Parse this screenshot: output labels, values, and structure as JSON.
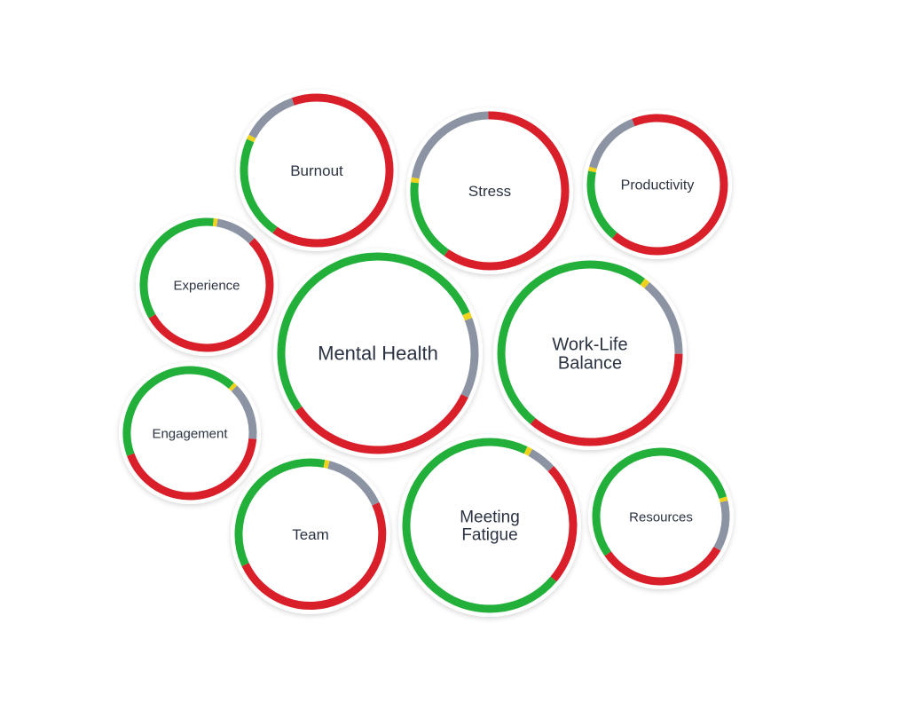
{
  "chart_data": {
    "type": "bubble-donut",
    "colors": {
      "positive": "#22b03a",
      "neutral_mixed": "#f0d21d",
      "neutral": "#8c94a3",
      "negative": "#d81f2a"
    },
    "items": [
      {
        "label_lines": [
          "Burnout"
        ],
        "green": 0.22,
        "yellow": 0.01,
        "gray": 0.12,
        "red": 0.65
      },
      {
        "label_lines": [
          "Stress"
        ],
        "green": 0.17,
        "yellow": 0.01,
        "gray": 0.22,
        "red": 0.6
      },
      {
        "label_lines": [
          "Productivity"
        ],
        "green": 0.17,
        "yellow": 0.01,
        "gray": 0.15,
        "red": 0.67
      },
      {
        "label_lines": [
          "Experience"
        ],
        "green": 0.35,
        "yellow": 0.01,
        "gray": 0.1,
        "red": 0.54
      },
      {
        "label_lines": [
          "Mental Health"
        ],
        "green": 0.53,
        "yellow": 0.01,
        "gray": 0.13,
        "red": 0.33
      },
      {
        "label_lines": [
          "Work-Life",
          "Balance"
        ],
        "green": 0.49,
        "yellow": 0.01,
        "gray": 0.14,
        "red": 0.36
      },
      {
        "label_lines": [
          "Engagement"
        ],
        "green": 0.42,
        "yellow": 0.01,
        "gray": 0.14,
        "red": 0.43
      },
      {
        "label_lines": [
          "Team"
        ],
        "green": 0.35,
        "yellow": 0.01,
        "gray": 0.14,
        "red": 0.5
      },
      {
        "label_lines": [
          "Meeting",
          "Fatigue"
        ],
        "green": 0.71,
        "yellow": 0.01,
        "gray": 0.05,
        "red": 0.23
      },
      {
        "label_lines": [
          "Resources"
        ],
        "green": 0.55,
        "yellow": 0.01,
        "gray": 0.12,
        "red": 0.32
      }
    ]
  }
}
